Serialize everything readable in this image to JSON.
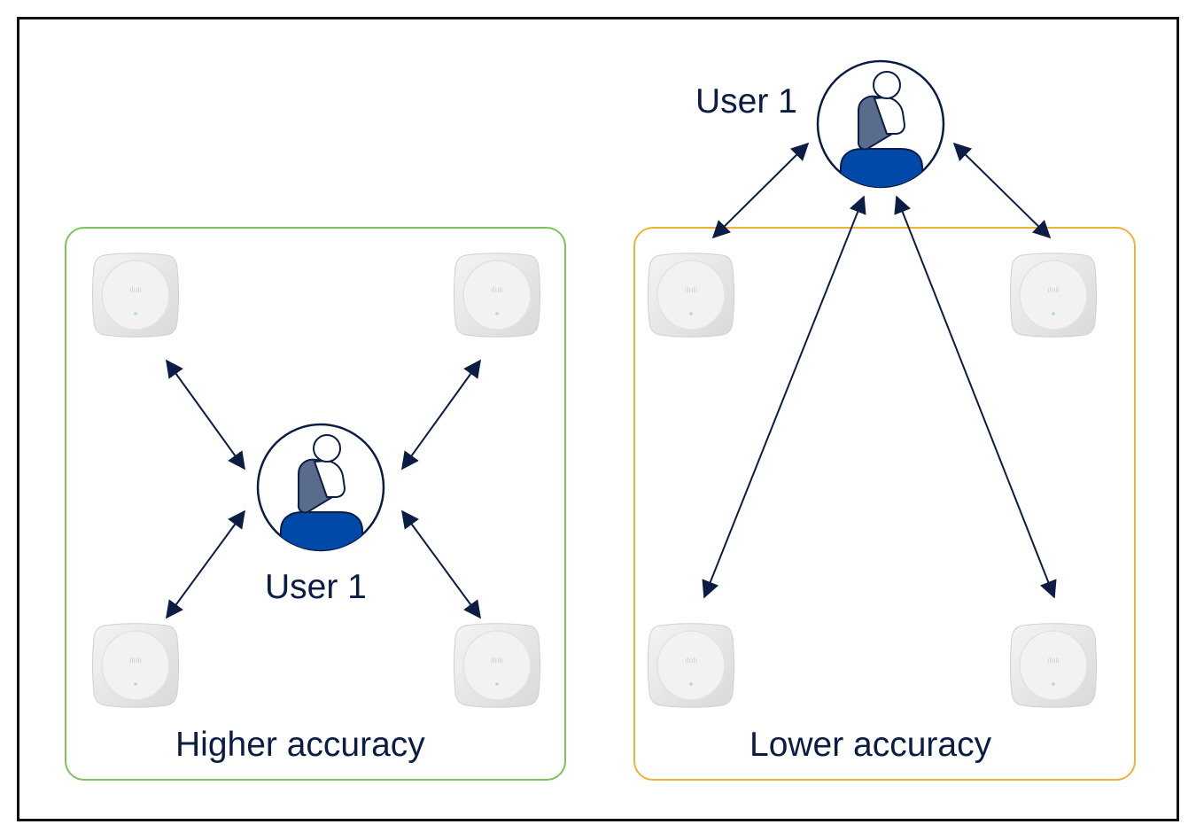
{
  "colors": {
    "frame": "#111111",
    "higher_panel": "#7cc35b",
    "lower_panel": "#f0b13a",
    "arrow": "#0b1d45",
    "text": "#0b1d45",
    "user_torso": "#0049a8",
    "user_arm": "#5a6c8c"
  },
  "left_panel": {
    "caption": "Higher accuracy",
    "user_label": "User 1"
  },
  "right_panel": {
    "caption": "Lower accuracy",
    "user_label": "User 1"
  },
  "icons": {
    "access_point": "access-point-icon",
    "user": "user-icon"
  }
}
